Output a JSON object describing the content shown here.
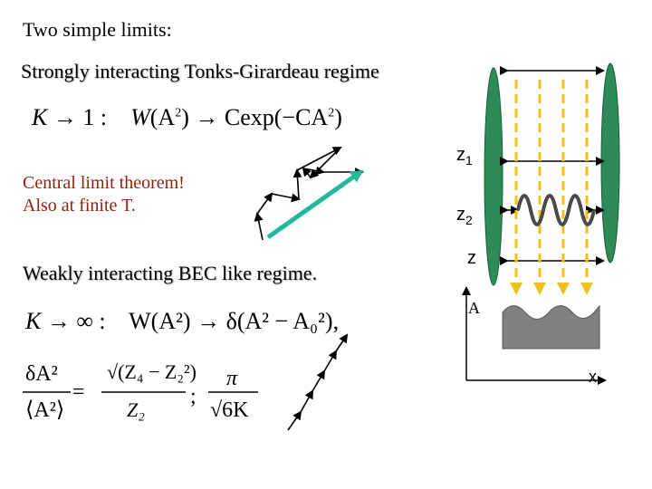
{
  "title": "Two simple limits:",
  "strong_heading": "Strongly interacting Tonks-Girardeau regime",
  "strong_formula": {
    "K": "K",
    "arrow1": "→ 1 :",
    "W": "W",
    "arg": "(A",
    "sup": "2",
    "close": ")",
    "arrow2": "→ C",
    "exp": "exp(−CA",
    "sup2": "2",
    "close2": ")"
  },
  "central_limit": "Central limit theorem!\nAlso at finite T.",
  "weak_heading": "Weakly interacting BEC like regime.",
  "weak_formula": {
    "K": "K",
    "arrow": "→ ∞ :",
    "W": "W(A²) → δ(A² − A₀²),"
  },
  "fraction": {
    "lhs_num": "δA²",
    "lhs_den": "⟨A²⟩",
    "rhs_num": "√(Z₄ − Z₂²)",
    "rhs_den": "Z₂",
    "separator": ";",
    "pi_num": "π",
    "pi_den": "√6K"
  },
  "labels": {
    "z1": "z",
    "z1_sub": "1",
    "z2": "z",
    "z2_sub": "2",
    "z": "z",
    "A": "A",
    "x": "x"
  },
  "colors": {
    "ellipse": "#2e8b57",
    "dashed": "#f0c020",
    "wave": "#4a4a4a",
    "random_walk_arrow": "#22b89a",
    "profile": "#808080",
    "heading_red": "#8b2510"
  }
}
